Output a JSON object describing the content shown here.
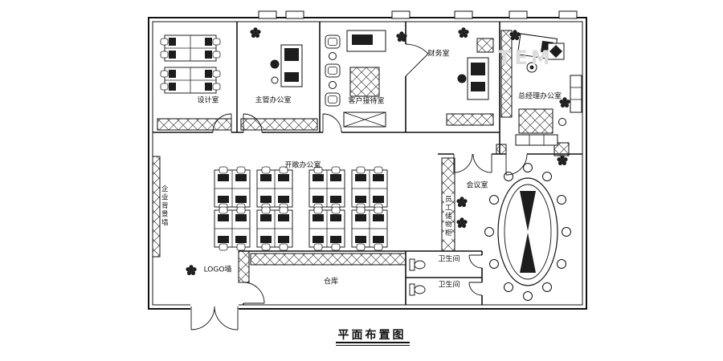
{
  "title": {
    "text": "平面布置图"
  },
  "watermark": "TEM",
  "rooms": {
    "design": {
      "label": "设计室"
    },
    "supervisor": {
      "label": "主管办公室"
    },
    "reception": {
      "label": "客户接待室"
    },
    "finance": {
      "label": "财务室"
    },
    "gm": {
      "label": "总经理办公室"
    },
    "open_office": {
      "label": "开敞办公室"
    },
    "meeting": {
      "label": "会议室"
    },
    "lockers": {
      "label": "员工储物柜"
    },
    "bg_wall": {
      "label": "企业背景墙"
    },
    "wc1": {
      "label": "卫生间"
    },
    "wc2": {
      "label": "卫生间"
    },
    "warehouse": {
      "label": "仓库"
    },
    "logo_wall": {
      "label": "LOGO墙"
    }
  }
}
